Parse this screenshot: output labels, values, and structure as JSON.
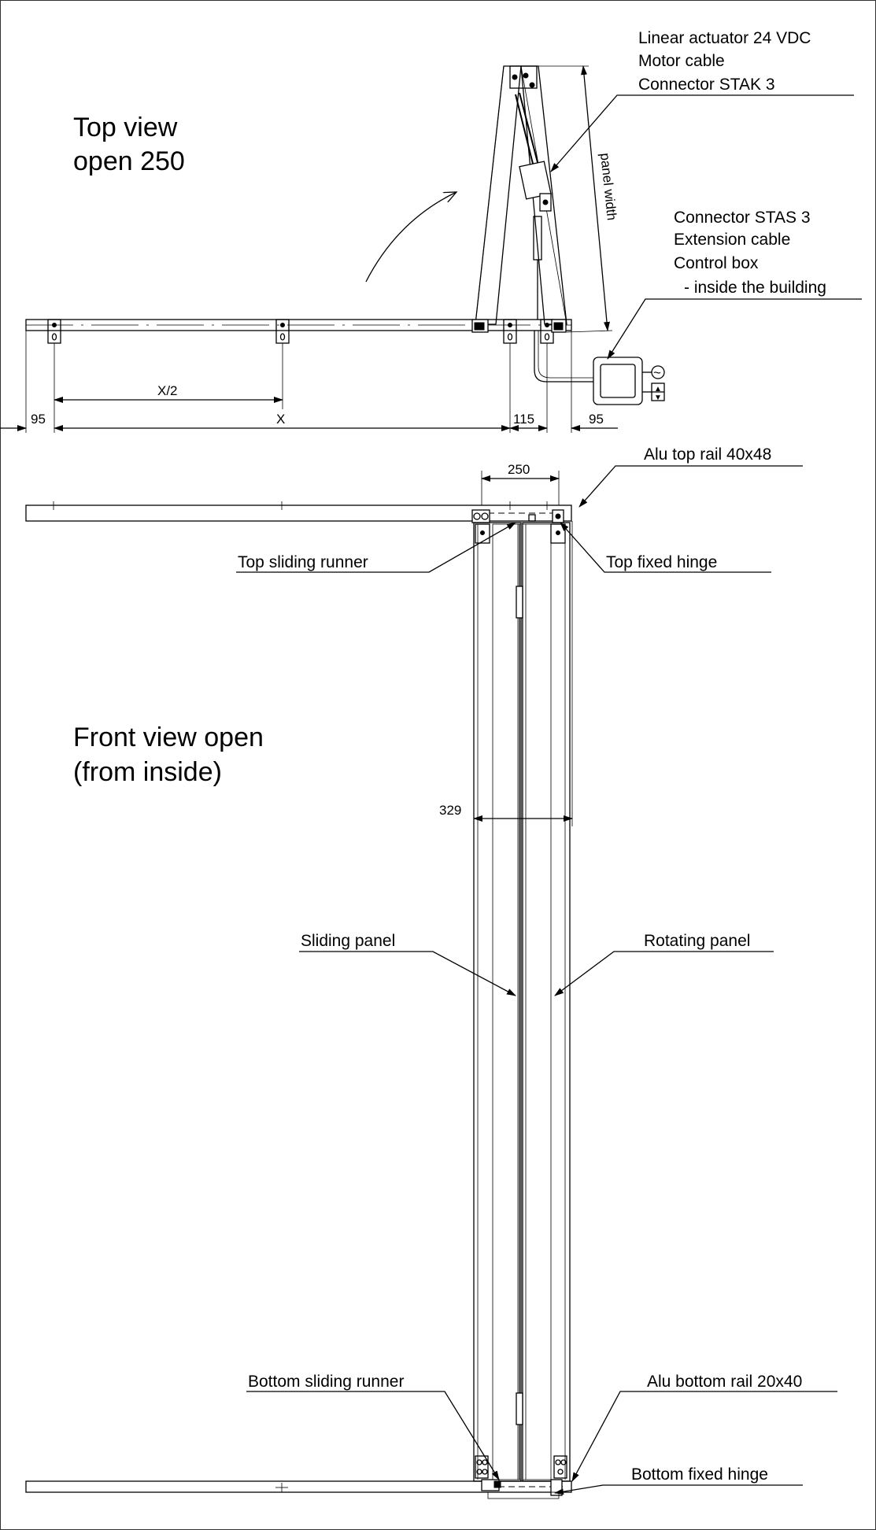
{
  "titles": {
    "top_view_line1": "Top view",
    "top_view_line2": "open 250",
    "front_view_line1": "Front view open",
    "front_view_line2": "(from inside)"
  },
  "callouts": {
    "actuator_line1": "Linear actuator 24 VDC",
    "actuator_line2": "Motor cable",
    "actuator_line3": "Connector STAK 3",
    "control_line1": "Connector STAS 3",
    "control_line2": "Extension cable",
    "control_line3": "Control box",
    "control_line4": "- inside the building",
    "alu_top_rail": "Alu top rail 40x48",
    "top_sliding_runner": "Top sliding runner",
    "top_fixed_hinge": "Top fixed hinge",
    "sliding_panel": "Sliding panel",
    "rotating_panel": "Rotating panel",
    "bottom_sliding_runner": "Bottom sliding runner",
    "alu_bottom_rail": "Alu bottom rail 20x40",
    "bottom_fixed_hinge": "Bottom fixed hinge"
  },
  "dimensions": {
    "panel_width": "panel width",
    "x_half": "X/2",
    "x": "X",
    "left_offset": "95",
    "middle_offset": "115",
    "right_offset": "95",
    "opening": "250",
    "depth": "329"
  },
  "icons": {
    "ac_symbol": "~",
    "arrow_up": "▲",
    "arrow_down": "▼"
  },
  "colors": {
    "line": "#000000",
    "background": "#ffffff"
  }
}
